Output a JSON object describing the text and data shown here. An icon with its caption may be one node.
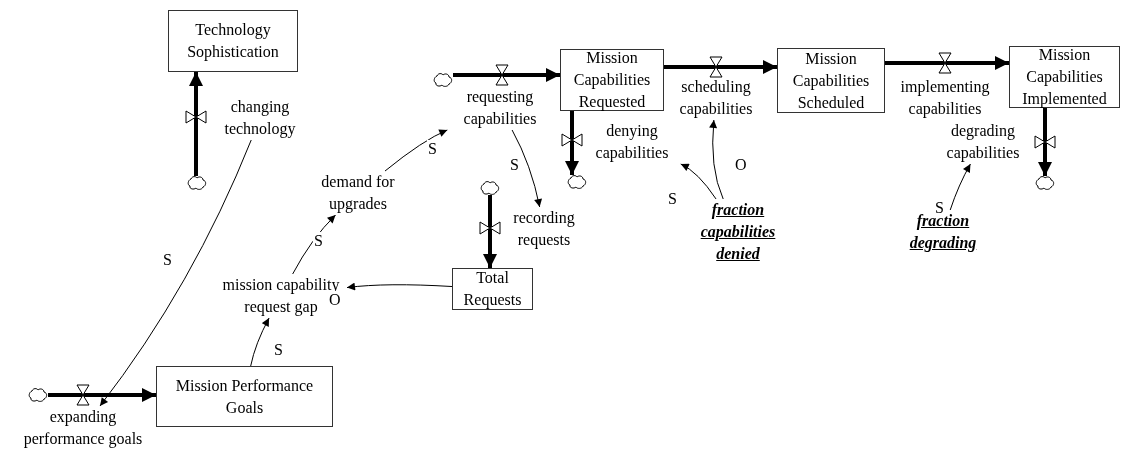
{
  "diagram": {
    "nodes": [
      {
        "text": [
          "Technology Sophistication"
        ]
      },
      {
        "text": [],
        "shape": "cloud"
      },
      {
        "text": [
          "changing technology"
        ]
      },
      {
        "text": [
          "Mission Performance Goals"
        ]
      },
      {
        "text": [],
        "shape": "cloud"
      },
      {
        "text": [
          "expanding performance goals"
        ]
      },
      {
        "text": [
          "mission capability request gap"
        ]
      },
      {
        "text": [
          "demand for upgrades"
        ]
      },
      {
        "text": [],
        "shape": "cloud"
      },
      {
        "text": [
          "requesting capabilities"
        ]
      },
      {
        "text": [
          "Mission Capabilities Requested"
        ]
      },
      {
        "text": [],
        "shape": "cloud"
      },
      {
        "text": [
          "denying capabilities"
        ]
      },
      {
        "text": [],
        "shape": "cloud"
      },
      {
        "text": [
          "recording requests"
        ]
      },
      {
        "text": [
          "Total Requests"
        ]
      },
      {
        "text": [
          "scheduling capabilities"
        ]
      },
      {
        "text": [
          "Mission Capabilities Scheduled"
        ]
      },
      {
        "text": [
          "fraction capabilities denied"
        ]
      },
      {
        "text": [
          "implementing capabilities"
        ]
      },
      {
        "text": [
          "Mission Capabilities Implemented"
        ]
      },
      {
        "text": [],
        "shape": "cloud"
      },
      {
        "text": [
          "degrading capabilities"
        ]
      },
      {
        "text": [
          "fraction degrading"
        ]
      }
    ],
    "edges": [
      {
        "from": 1,
        "to": 0,
        "arrow": "to",
        "style": "thick"
      },
      {
        "from": 4,
        "to": 3,
        "arrow": "to",
        "style": "thick"
      },
      {
        "from": 8,
        "to": 10,
        "arrow": "to",
        "style": "thick"
      },
      {
        "from": 10,
        "to": 11,
        "arrow": "to",
        "style": "thick"
      },
      {
        "from": 13,
        "to": 15,
        "arrow": "to",
        "style": "thick"
      },
      {
        "from": 10,
        "to": 17,
        "arrow": "to",
        "style": "thick"
      },
      {
        "from": 17,
        "to": 20,
        "arrow": "to",
        "style": "thick"
      },
      {
        "from": 20,
        "to": 21,
        "arrow": "to",
        "style": "thick"
      },
      {
        "from": 2,
        "to": 5,
        "arrow": "to",
        "label": "S"
      },
      {
        "from": 3,
        "to": 6,
        "arrow": "to",
        "label": "S"
      },
      {
        "from": 6,
        "to": 7,
        "arrow": "to",
        "label": "S"
      },
      {
        "from": 7,
        "to": 9,
        "arrow": "to",
        "label": "S"
      },
      {
        "from": 9,
        "to": 14,
        "arrow": "to",
        "label": "S"
      },
      {
        "from": 15,
        "to": 6,
        "arrow": "to",
        "label": "O"
      },
      {
        "from": 18,
        "to": 12,
        "arrow": "to",
        "label": "S"
      },
      {
        "from": 18,
        "to": 16,
        "arrow": "to",
        "label": "O"
      },
      {
        "from": 23,
        "to": 22,
        "arrow": "to",
        "label": "S"
      }
    ]
  }
}
